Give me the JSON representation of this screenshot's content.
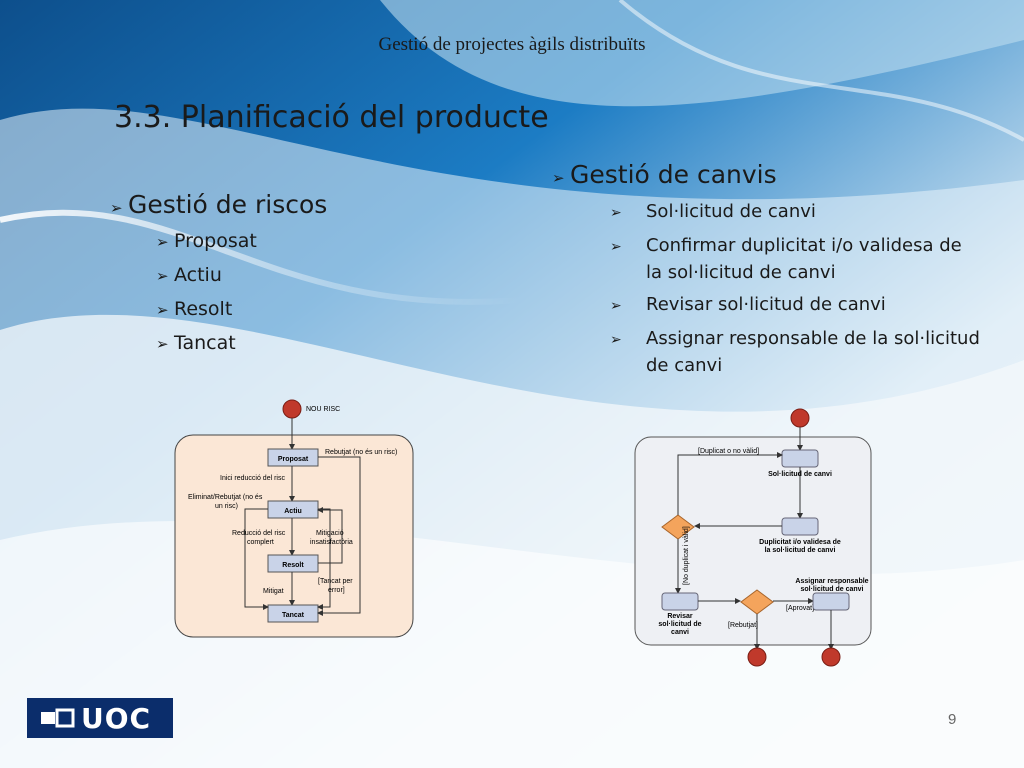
{
  "header": {
    "course_title": "Gestió de projectes àgils distribuïts"
  },
  "slide": {
    "title": "3.3. Planificació del producte",
    "page_number": "9"
  },
  "left": {
    "heading": "Gestió de riscos",
    "items": [
      "Proposat",
      "Actiu",
      "Resolt",
      "Tancat"
    ]
  },
  "right": {
    "heading": "Gestió de canvis",
    "items": [
      "Sol·licitud de canvi",
      "Confirmar duplicitat i/o validesa de la sol·licitud de canvi",
      "Revisar sol·licitud de canvi",
      "Assignar responsable de la sol·licitud de canvi"
    ]
  },
  "risk_diagram": {
    "start_label": "NOU RISC",
    "states": {
      "proposat": "Proposat",
      "actiu": "Actiu",
      "resolt": "Resolt",
      "tancat": "Tancat"
    },
    "transitions": {
      "rebutjat": "Rebutjat (no és un risc)",
      "inici": "Inici reducció del risc",
      "eliminat_1": "Eliminat/Rebutjat (no és",
      "eliminat_2": "un risc)",
      "reduccio_1": "Reducció del risc",
      "reduccio_2": "complert",
      "mitigacio_1": "Mitigació",
      "mitigacio_2": "insatisfactòria",
      "tancat_err_1": "[Tancat per",
      "tancat_err_2": "error]",
      "mitigat": "Mitigat"
    }
  },
  "change_diagram": {
    "states": {
      "solicitud": "Sol·licitud de canvi",
      "duplicitat_1": "Duplicitat i/o validesa de",
      "duplicitat_2": "la sol·licitud de canvi",
      "assignar_1": "Assignar responsable",
      "assignar_2": "sol·licitud de canvi",
      "revisar_1": "Revisar",
      "revisar_2": "sol·licitud de",
      "revisar_3": "canvi"
    },
    "guards": {
      "duplicat": "[Duplicat o no vàlid]",
      "no_duplicat": "[No duplicat i vàlid]",
      "aprovat": "[Aprovat]",
      "rebutjat": "[Rebutjat]"
    }
  },
  "logo": {
    "text": "UOC"
  },
  "colors": {
    "brand": "#0b2d6b",
    "diagram_panel": "#fbe7d6",
    "state_box": "#c9d3e8",
    "decision": "#f4a45c",
    "start_end": "#c0392b"
  }
}
